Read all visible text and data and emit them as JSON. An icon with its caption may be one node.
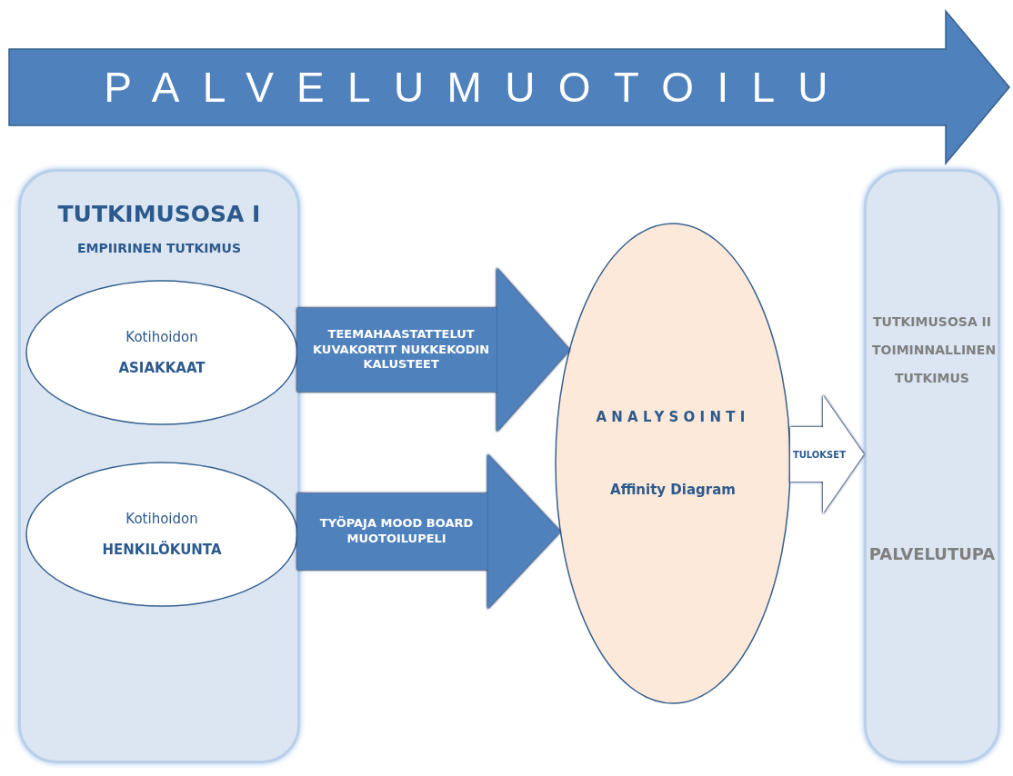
{
  "diagram": {
    "nodes": [
      {
        "text": [
          "PALVELUMUOTOILU"
        ]
      },
      {
        "text": [
          "TUTKIMUSOSA I",
          "EMPIIRINEN TUTKIMUS"
        ]
      },
      {
        "text": [
          "Kotihoidon",
          "ASIAKKAAT"
        ],
        "in": 1
      },
      {
        "text": [
          "Kotihoidon",
          "HENKILÖKUNTA"
        ],
        "in": 1
      },
      {
        "text": [
          "ANALYSOINTI",
          "Affinity Diagram"
        ]
      },
      {
        "text": [
          "TUTKIMUSOSA II TOIMINNALLINEN TUTKIMUS",
          "PALVELUTUPA"
        ]
      }
    ],
    "edges": [
      {
        "from": 2,
        "to": 4,
        "arrow": "to",
        "label": "TEEMAHAASTATTELUT KUVAKORTIT NUKKEKODIN KALUSTEET"
      },
      {
        "from": 3,
        "to": 4,
        "arrow": "to",
        "label": "TYÖPAJA MOOD BOARD MUOTOILUPELI"
      },
      {
        "from": 4,
        "to": 5,
        "arrow": "to",
        "label": "TULOKSET",
        "color": "#ffffff"
      }
    ]
  }
}
